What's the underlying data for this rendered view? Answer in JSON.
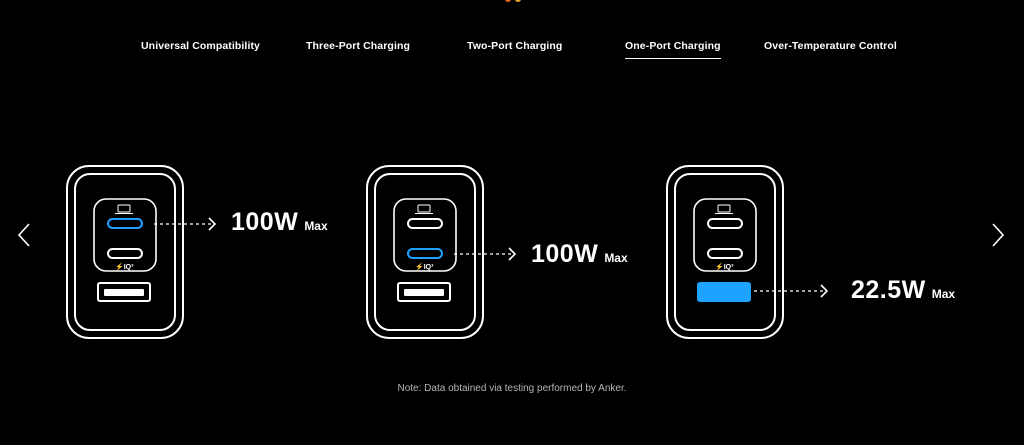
{
  "tabs": [
    {
      "label": "Universal Compatibility",
      "active": false
    },
    {
      "label": "Three-Port Charging",
      "active": false
    },
    {
      "label": "Two-Port Charging",
      "active": false
    },
    {
      "label": "One-Port Charging",
      "active": true
    },
    {
      "label": "Over-Temperature Control",
      "active": false
    }
  ],
  "cards": [
    {
      "active_port": "usb-c-1",
      "watt": "100W",
      "max": "Max"
    },
    {
      "active_port": "usb-c-2",
      "watt": "100W",
      "max": "Max"
    },
    {
      "active_port": "usb-a",
      "watt": "22.5W",
      "max": "Max"
    }
  ],
  "port_badge": "IQ",
  "note": "Note: Data obtained via testing performed by Anker.",
  "colors": {
    "background": "#000000",
    "accent": "#1ea2ff",
    "outline": "#ffffff"
  },
  "icons": {
    "prev": "chevron-left-icon",
    "next": "chevron-right-icon",
    "laptop": "laptop-icon"
  }
}
